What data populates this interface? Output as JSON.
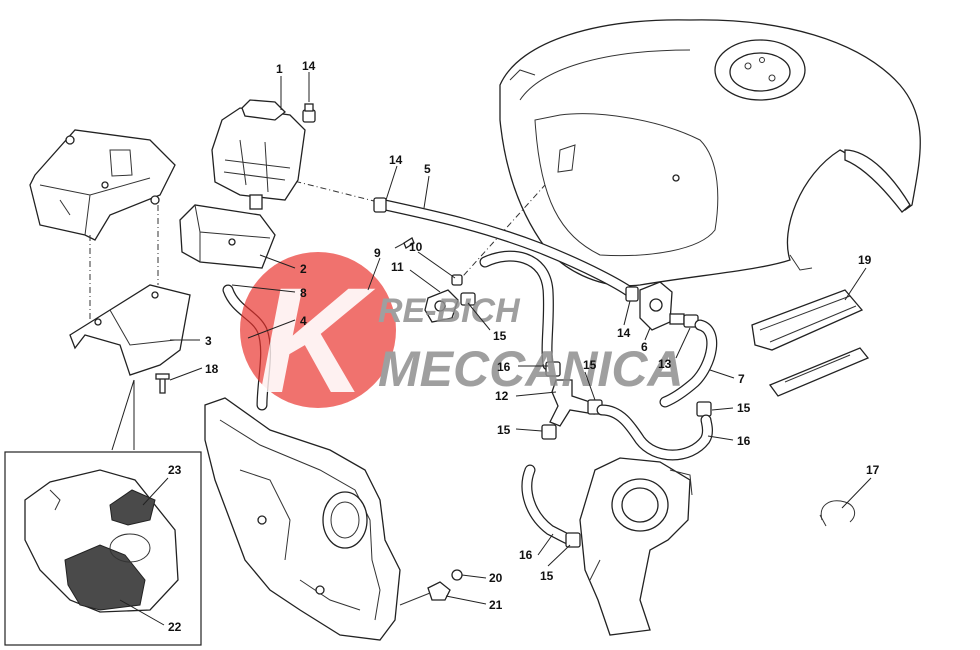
{
  "callouts": [
    {
      "id": "c1",
      "label": "1"
    },
    {
      "id": "c14a",
      "label": "14"
    },
    {
      "id": "c14b",
      "label": "14"
    },
    {
      "id": "c14c",
      "label": "14"
    },
    {
      "id": "c5",
      "label": "5"
    },
    {
      "id": "c9",
      "label": "9"
    },
    {
      "id": "c10",
      "label": "10"
    },
    {
      "id": "c11",
      "label": "11"
    },
    {
      "id": "c2",
      "label": "2"
    },
    {
      "id": "c8",
      "label": "8"
    },
    {
      "id": "c4",
      "label": "4"
    },
    {
      "id": "c3",
      "label": "3"
    },
    {
      "id": "c18",
      "label": "18"
    },
    {
      "id": "c15a",
      "label": "15"
    },
    {
      "id": "c16a",
      "label": "16"
    },
    {
      "id": "c15b",
      "label": "15"
    },
    {
      "id": "c12",
      "label": "12"
    },
    {
      "id": "c15c",
      "label": "15"
    },
    {
      "id": "c6",
      "label": "6"
    },
    {
      "id": "c13",
      "label": "13"
    },
    {
      "id": "c7",
      "label": "7"
    },
    {
      "id": "c15d",
      "label": "15"
    },
    {
      "id": "c16b",
      "label": "16"
    },
    {
      "id": "c19",
      "label": "19"
    },
    {
      "id": "c17",
      "label": "17"
    },
    {
      "id": "c16c",
      "label": "16"
    },
    {
      "id": "c15e",
      "label": "15"
    },
    {
      "id": "c20",
      "label": "20"
    },
    {
      "id": "c21",
      "label": "21"
    },
    {
      "id": "c23",
      "label": "23"
    },
    {
      "id": "c22",
      "label": "22"
    }
  ],
  "watermark": {
    "line1": "RE-BICH",
    "line2": "MECCANICA",
    "logo_letter": "K",
    "color_red": "#e8302a",
    "color_gray": "#8f8f8f"
  },
  "colors": {
    "line": "#222222",
    "background": "#ffffff",
    "inset_fill_dark": "#4a4a4a"
  }
}
